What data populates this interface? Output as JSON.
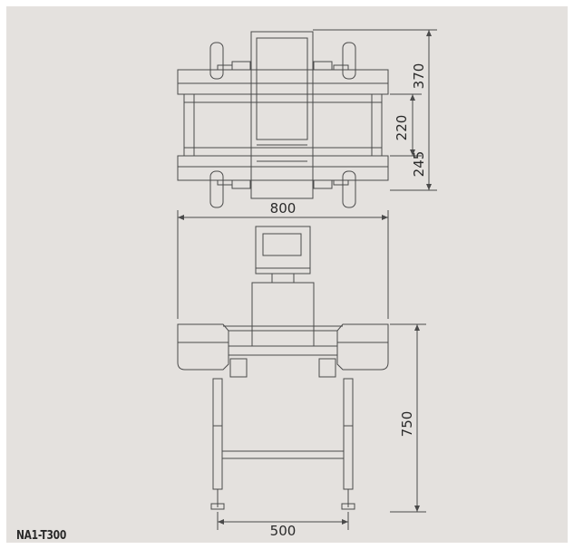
{
  "model_label": "NA1-T300",
  "dimensions": {
    "top_height": "370",
    "top_inner": "220",
    "top_lower": "245",
    "overall_width": "800",
    "leg_height": "750",
    "leg_span": "500"
  },
  "colors": {
    "background": "#e4e1de",
    "line": "#4a4a4a",
    "text": "#2a2a2a"
  }
}
